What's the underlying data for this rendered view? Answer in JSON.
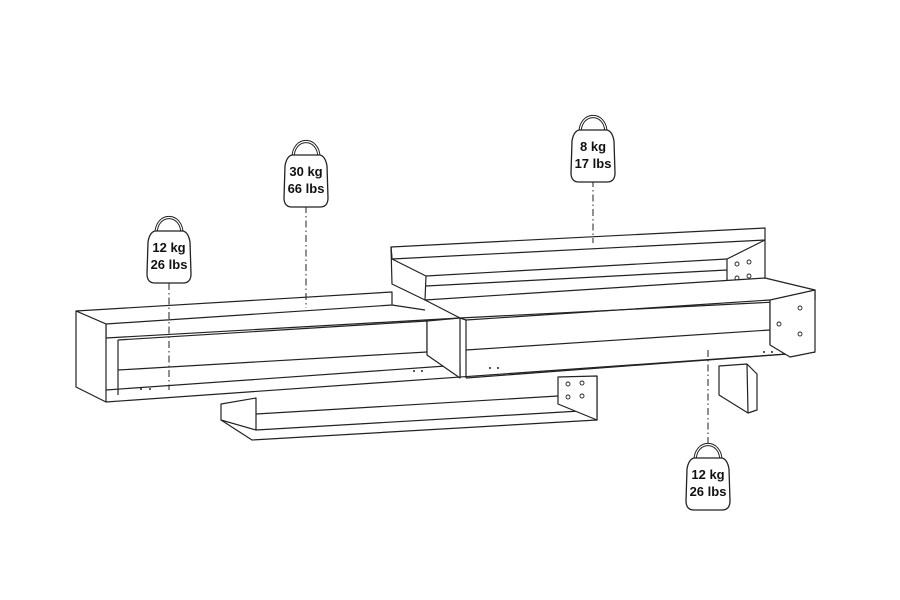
{
  "weights": [
    {
      "id": "upper-left-compartment",
      "kg": "12 kg",
      "lbs": "26 lbs"
    },
    {
      "id": "main-top-surface",
      "kg": "30 kg",
      "lbs": "66 lbs"
    },
    {
      "id": "top-small-shelf",
      "kg": "8 kg",
      "lbs": "17 lbs"
    },
    {
      "id": "right-compartment",
      "kg": "12 kg",
      "lbs": "26 lbs"
    }
  ]
}
